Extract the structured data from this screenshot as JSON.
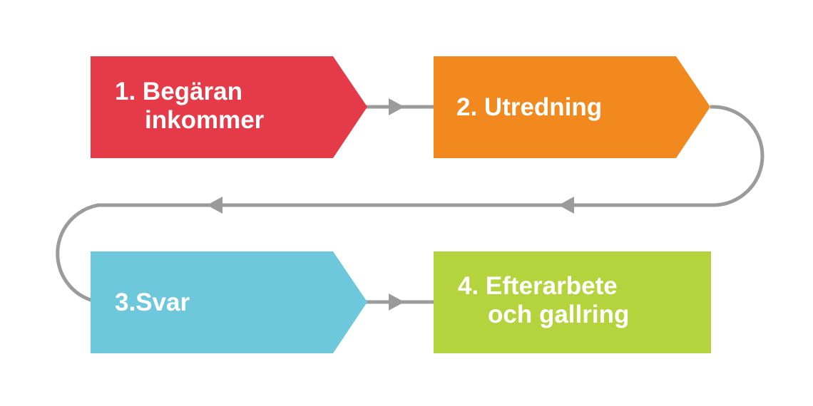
{
  "steps": [
    {
      "id": "begaran",
      "lines": [
        "1. Begäran",
        "inkommer"
      ],
      "color": "#e53a48"
    },
    {
      "id": "utredning",
      "lines": [
        "2. Utredning"
      ],
      "color": "#f2891e"
    },
    {
      "id": "svar",
      "lines": [
        "3.Svar"
      ],
      "color": "#6ec8dc"
    },
    {
      "id": "efterarbete",
      "lines": [
        "4. Efterarbete",
        "och gallring"
      ],
      "color": "#b5d33c"
    }
  ],
  "connector_color": "#9b9b9b"
}
